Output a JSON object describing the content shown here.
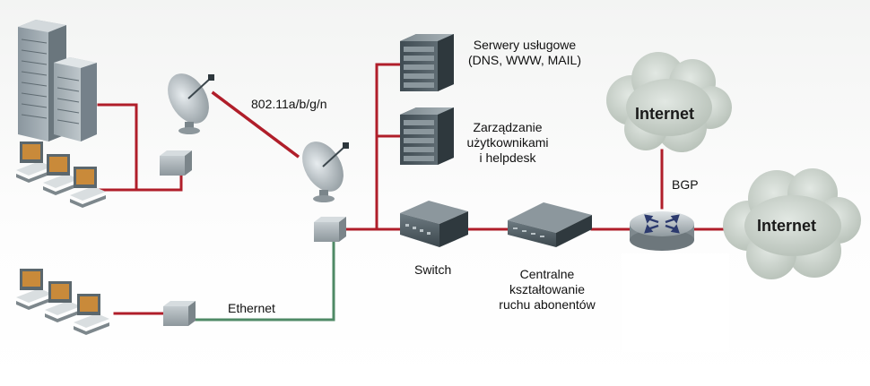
{
  "labels": {
    "wireless_standard": "802.11a/b/g/n",
    "service_servers_line1": "Serwery usługowe",
    "service_servers_line2": "(DNS, WWW, MAIL)",
    "user_mgmt_line1": "Zarządzanie",
    "user_mgmt_line2": "użytkownikami",
    "user_mgmt_line3": "i helpdesk",
    "switch": "Switch",
    "shaping_line1": "Centralne",
    "shaping_line2": "kształtowanie",
    "shaping_line3": "ruchu abonentów",
    "ethernet": "Ethernet",
    "bgp": "BGP",
    "internet_top": "Internet",
    "internet_right": "Internet"
  },
  "colors": {
    "red_link": "#b01e2a",
    "green_link": "#4f8a66",
    "dotted_link": "#b01e2a",
    "device_grey": "#9aa3a8",
    "cloud": "#c9d1c9"
  },
  "icons": [
    "office-buildings-icon",
    "computers-icon",
    "satellite-dish-icon",
    "bridge-box-icon",
    "server-rack-icon",
    "switch-icon",
    "traffic-shaper-icon",
    "router-icon",
    "cloud-icon"
  ]
}
